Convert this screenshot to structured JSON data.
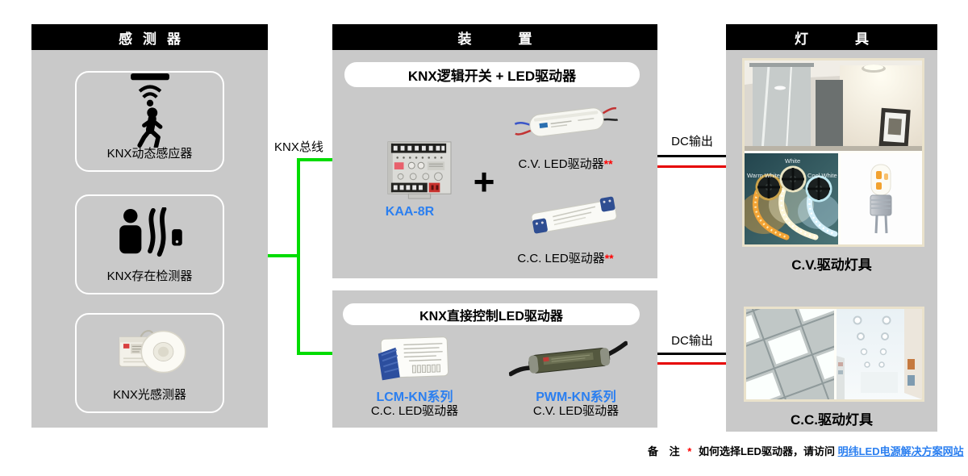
{
  "sensors_panel": {
    "title": "感测器",
    "cards": [
      {
        "label": "KNX动态感应器"
      },
      {
        "label": "KNX存在检测器"
      },
      {
        "label": "KNX光感测器"
      }
    ]
  },
  "devices_panel": {
    "title": "装置",
    "logic_group": {
      "heading": "KNX逻辑开关 + LED驱动器",
      "actuator_name": "KAA-8R",
      "plus": "+",
      "cv_driver": {
        "label": "C.V. LED驱动器",
        "mark": "**"
      },
      "cc_driver": {
        "label": "C.C. LED驱动器",
        "mark": "**"
      }
    },
    "direct_group": {
      "heading": "KNX直接控制LED驱动器",
      "lcm": {
        "series": "LCM-KN系列",
        "type": "C.C. LED驱动器"
      },
      "pwm": {
        "series": "PWM-KN系列",
        "type": "C.V. LED驱动器"
      }
    }
  },
  "fixtures_panel": {
    "title": "灯具",
    "cv_label": "C.V.驱动灯具",
    "cc_label": "C.C.驱动灯具",
    "strip_labels": {
      "warm": "Warm White",
      "white": "White",
      "cool": "Cool White"
    }
  },
  "connections": {
    "knx_bus": "KNX总线",
    "dc_output_top": "DC输出",
    "dc_output_bottom": "DC输出"
  },
  "footnote": {
    "prefix": "备 注",
    "asterisk": "*",
    "body": "如何选择LED驱动器，请访问",
    "link": "明纬LED电源解决方案网站"
  },
  "colors": {
    "panel_gray": "#c9c9c9",
    "header_black": "#000000",
    "knx_bus_green": "#00dc00",
    "dc_line_black": "#000000",
    "dc_line_red": "#e60000",
    "product_blue": "#2b7ff0",
    "asterisk_red": "#ff0000",
    "photo_frame_cream": "#eae2cb"
  }
}
